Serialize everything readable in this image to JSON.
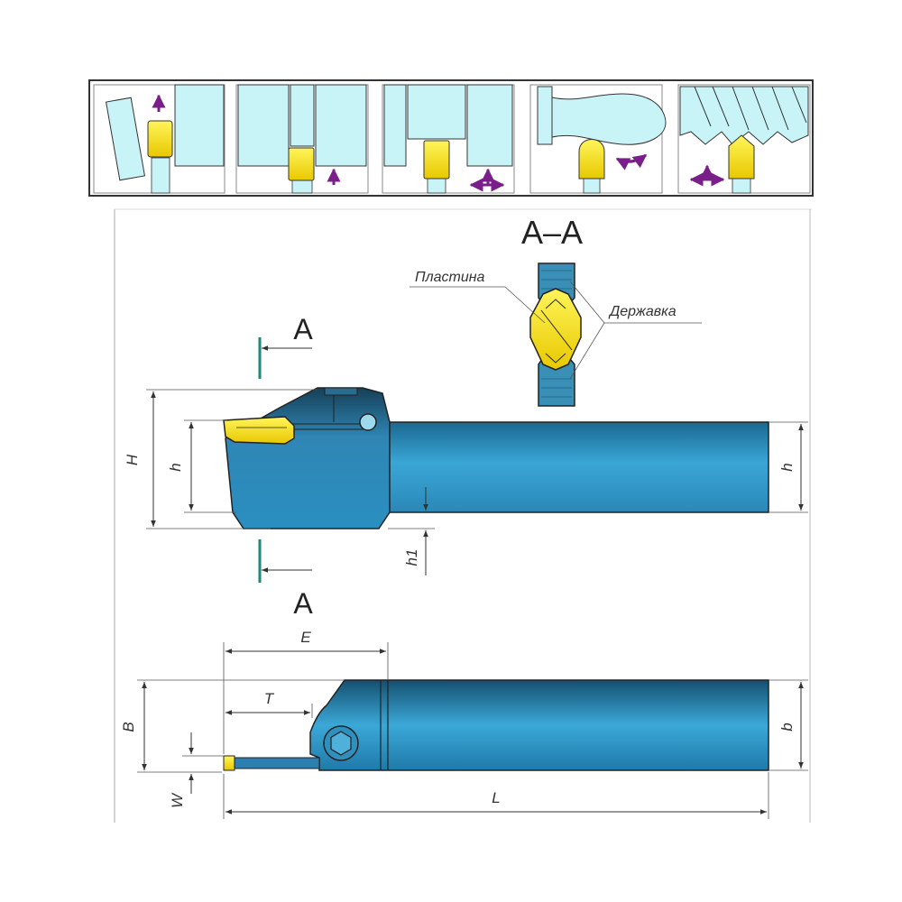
{
  "section": {
    "title": "A–A",
    "cut_label_top": "A",
    "cut_label_bottom": "A",
    "insert_label": "Пластина",
    "holder_label": "Державка"
  },
  "dimensions": {
    "H": "H",
    "h_left": "h",
    "h_right": "h",
    "h1": "h1",
    "E": "E",
    "T": "T",
    "B": "B",
    "b": "b",
    "W": "W",
    "L": "L"
  },
  "colors": {
    "holder_blue": "#3aa0d0",
    "holder_dark": "#1d6d96",
    "insert_yellow": "#f5e800",
    "operation_bg": "#c8f4f8",
    "arrow_purple": "#7a1f8a",
    "section_title": "#2d3a9a",
    "cut_line": "#1a8a7a"
  }
}
